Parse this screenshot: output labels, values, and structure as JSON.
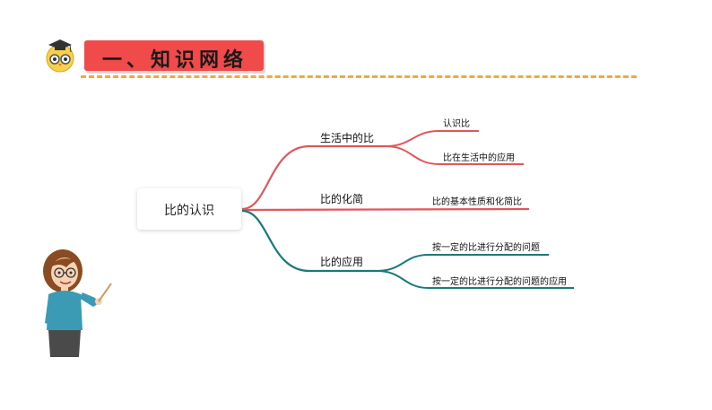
{
  "header": {
    "title": "一、知识网络"
  },
  "mindmap": {
    "root": "比的认识",
    "branches": [
      {
        "label": "生活中的比",
        "children": [
          "认识比",
          "比在生活中的应用"
        ],
        "color": "#e0575b"
      },
      {
        "label": "比的化简",
        "children": [
          "比的基本性质和化简比"
        ],
        "color": "#e0575b"
      },
      {
        "label": "比的应用",
        "children": [
          "按一定的比进行分配的问题",
          "按一定的比进行分配的问题的应用"
        ],
        "color": "#1a7a7a"
      }
    ]
  },
  "colors": {
    "title_bg": "#f04a4a",
    "dash": "#f2a93b",
    "red_branch": "#e0575b",
    "teal_branch": "#1a7a7a"
  }
}
